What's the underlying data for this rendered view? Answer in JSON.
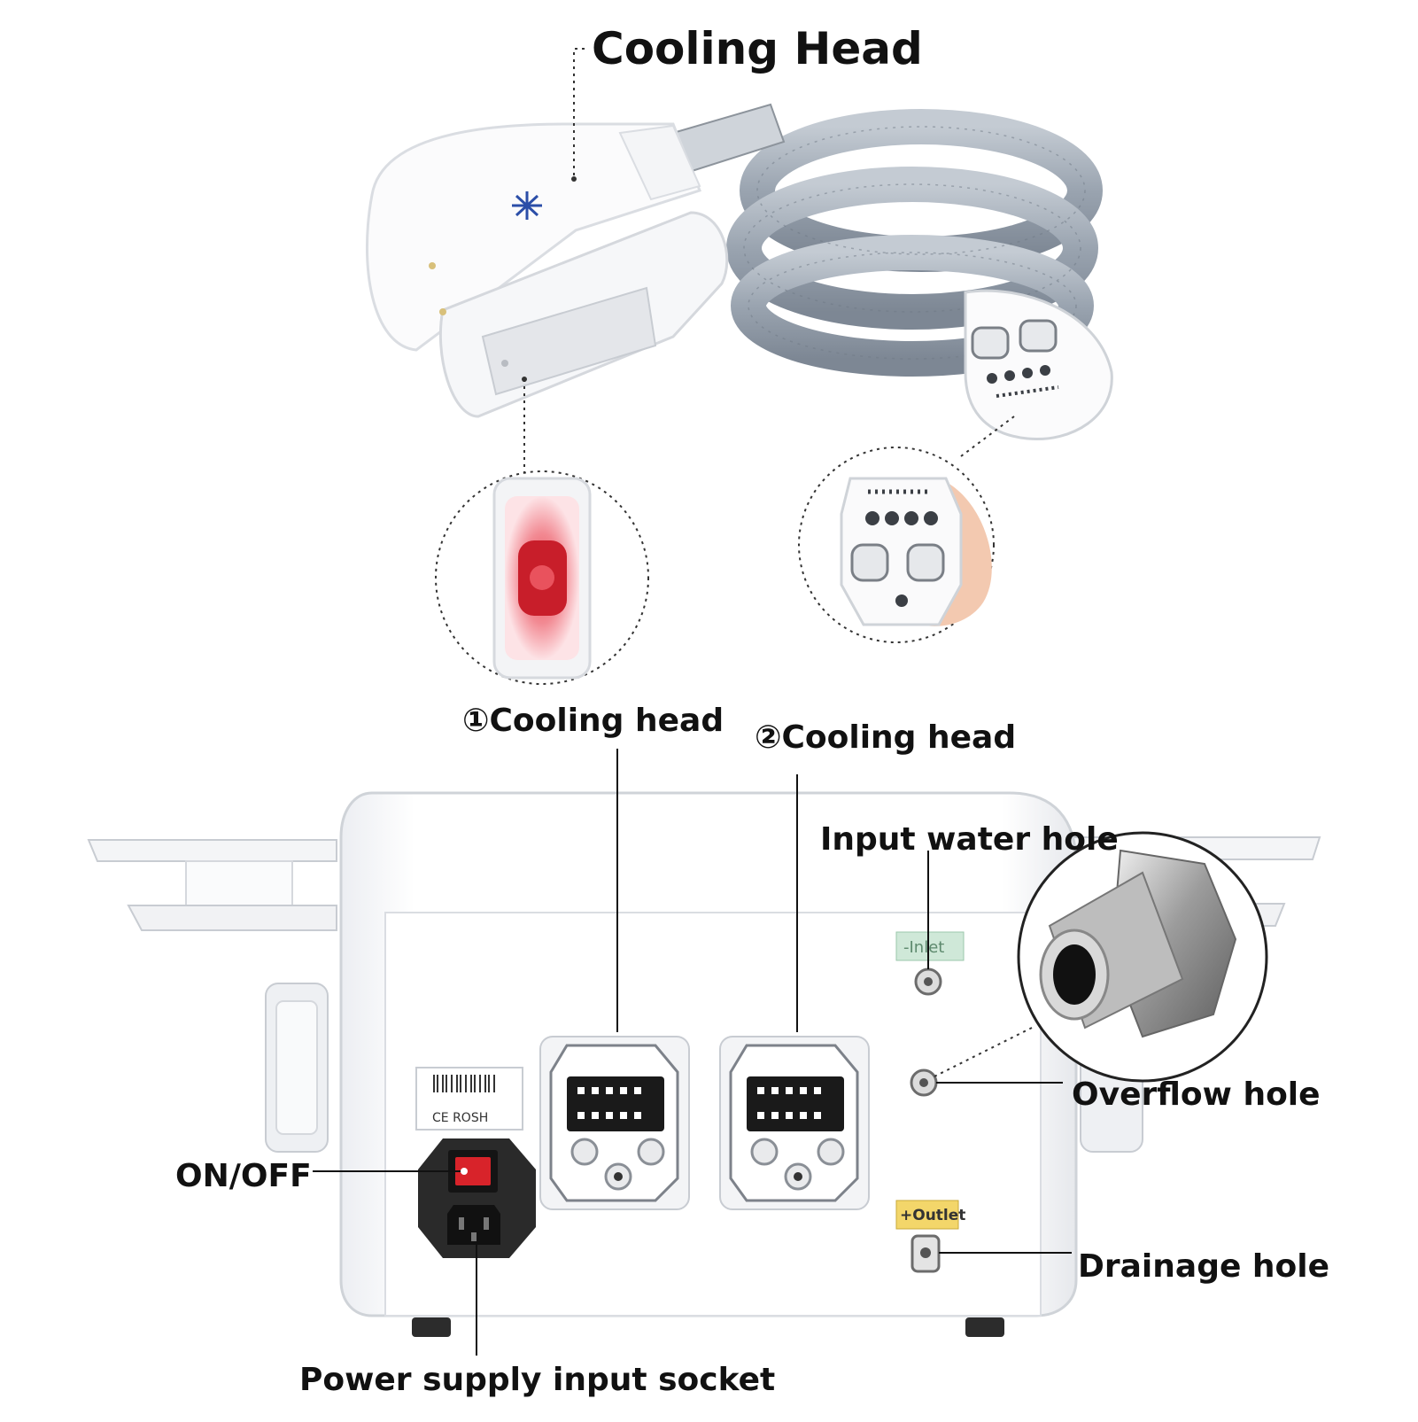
{
  "labels": {
    "title": "Cooling Head",
    "cooling_head_1": "①Cooling head",
    "cooling_head_2": "②Cooling head",
    "input_water_hole": "Input water hole",
    "overflow_hole": "Overflow hole",
    "on_off": "ON/OFF",
    "drainage_hole": "Drainage hole",
    "power_socket": "Power supply input socket"
  },
  "panel_text": {
    "inlet": "-Inlet",
    "outlet": "+Outlet",
    "cert": "CE  ROSH"
  },
  "colors": {
    "hose": "#9aa4b0",
    "inlet_tag": "#cfe8d8",
    "outlet_tag": "#f3d66a",
    "switch_red": "#d8232a",
    "glow_red": "#e8454f",
    "line": "#111111"
  }
}
